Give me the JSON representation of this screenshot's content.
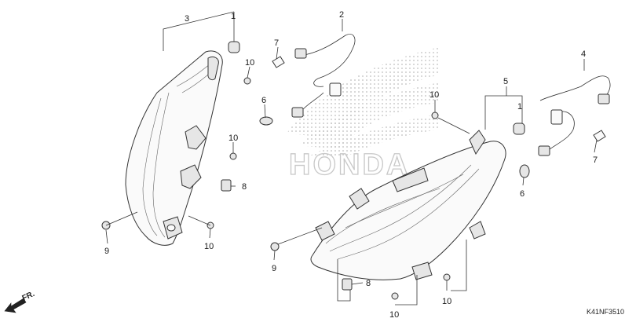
{
  "callouts": {
    "c1a": "1",
    "c1b": "1",
    "c2": "2",
    "c3": "3",
    "c4": "4",
    "c5": "5",
    "c6a": "6",
    "c6b": "6",
    "c7a": "7",
    "c7b": "7",
    "c8a": "8",
    "c8b": "8",
    "c9a": "9",
    "c9b": "9",
    "c10a": "10",
    "c10b": "10",
    "c10c": "10",
    "c10d": "10",
    "c10e": "10",
    "c10f": "10"
  },
  "watermark": "HONDA",
  "direction_label": "FR.",
  "diagram_code": "K41NF3510"
}
